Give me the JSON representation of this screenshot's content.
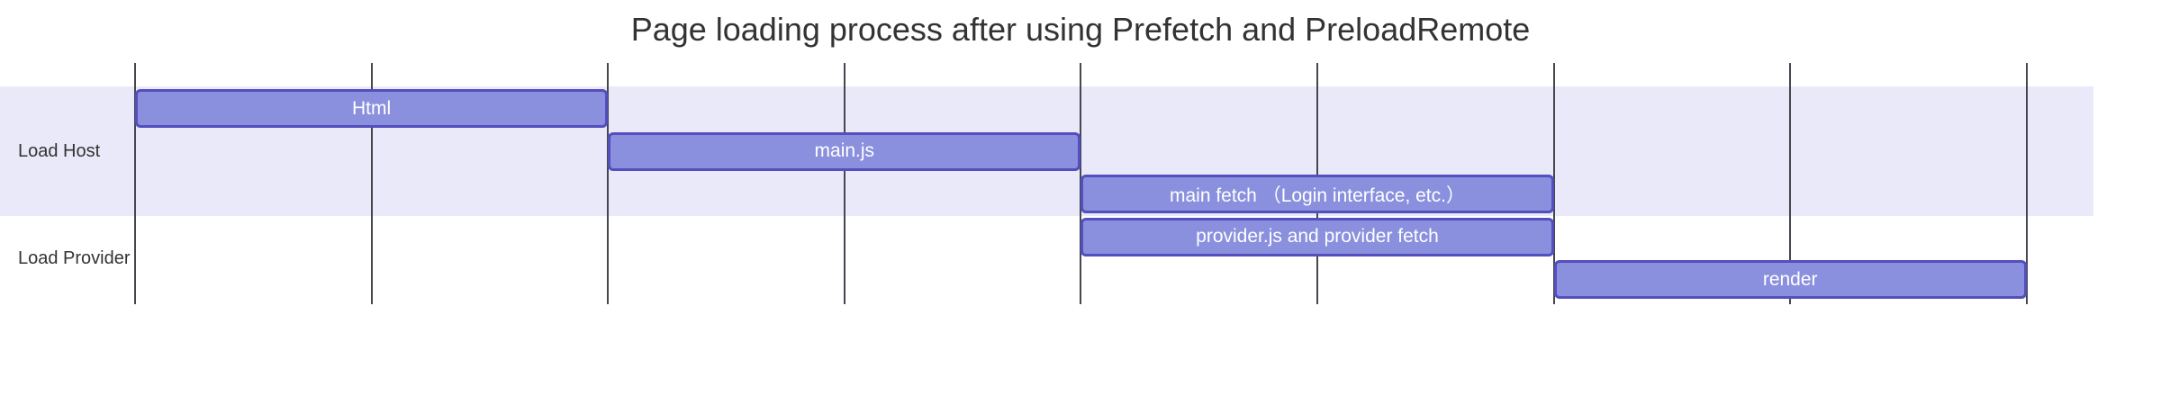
{
  "chart_data": {
    "type": "bar",
    "subtype": "gantt",
    "title": "Page loading process after using Prefetch and PreloadRemote",
    "x_axis": {
      "min": 0,
      "max": 8,
      "gridline_count": 9,
      "tick_labels": [],
      "grid": true
    },
    "legend": "none",
    "sections": [
      {
        "name": "Load Host",
        "tasks": [
          {
            "label": "Html",
            "start": 0,
            "end": 2
          },
          {
            "label": "main.js",
            "start": 2,
            "end": 4
          },
          {
            "label": "main fetch （Login interface, etc.）",
            "start": 4,
            "end": 6
          }
        ]
      },
      {
        "name": "Load Provider",
        "tasks": [
          {
            "label": "provider.js and provider fetch",
            "start": 4,
            "end": 6
          },
          {
            "label": "render",
            "start": 6,
            "end": 8
          }
        ]
      }
    ],
    "colors": {
      "task_fill": "#8a90dd",
      "task_border": "#534fbc",
      "task_text": "#ffffff",
      "section0_bg": "#e9e9f9",
      "section1_bg": "#ffffff",
      "grid_line": "#46464f",
      "title_text": "#333333",
      "section_label_text": "#333333",
      "page_bg": "#ffffff"
    }
  }
}
